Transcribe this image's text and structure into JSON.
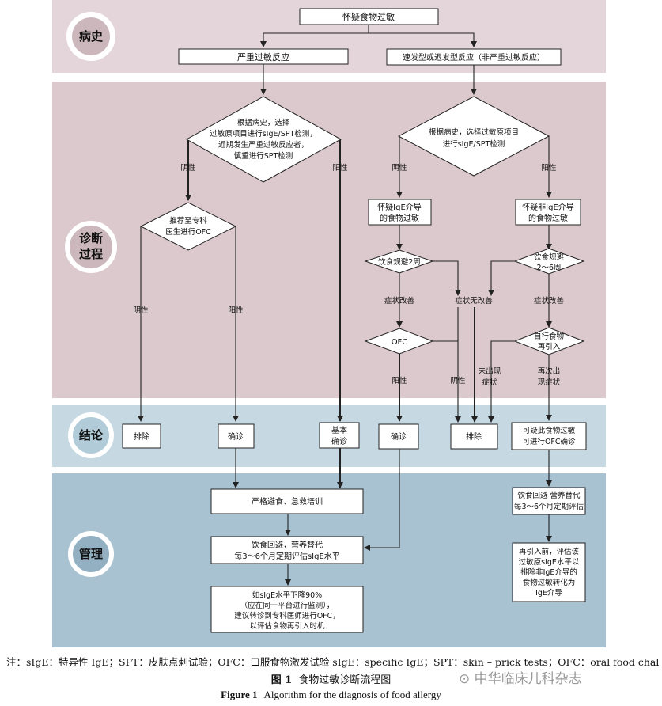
{
  "sections": {
    "history": "病史",
    "diagnosis_line1": "诊断",
    "diagnosis_line2": "过程",
    "conclusion": "结论",
    "management": "管理"
  },
  "colors": {
    "history_band": "#e3d5d9",
    "diagnosis_band": "#dcc9cd",
    "conclusion_band": "#c6d9e2",
    "management_band": "#a9c2d2"
  },
  "nodes": {
    "suspect": "怀疑食物过敏",
    "severe": "严重过敏反应",
    "nonsevere": "速发型或迟发型反应（非严重过敏反应）",
    "left_diamond": [
      "根据病史，选择",
      "过敏原项目进行sIgE/SPT检测，",
      "近期发生严重过敏反应者，",
      "慎重进行SPT检测"
    ],
    "right_diamond": [
      "根据病史，选择过敏原项目",
      "进行sIgE/SPT检测"
    ],
    "refer_diamond": [
      "推荐至专科",
      "医生进行OFC"
    ],
    "ige_box": [
      "怀疑IgE介导",
      "的食物过敏"
    ],
    "nonige_box": [
      "怀疑非IgE介导",
      "的食物过敏"
    ],
    "avoid2": "饮食规避2周",
    "avoid26": [
      "饮食规避",
      "2～6周"
    ],
    "ofc": "OFC",
    "reintro": [
      "自行食物",
      "再引入"
    ],
    "exclude1": "排除",
    "confirm1": "确诊",
    "basic_confirm": [
      "基本",
      "确诊"
    ],
    "confirm2": "确诊",
    "exclude2": "排除",
    "maybe": [
      "可疑此食物过敏",
      "可进行OFC确诊"
    ],
    "strict": "严格避食、急救培训",
    "diet_eval": [
      "饮食回避，营养替代",
      "每3～6个月定期评估sIgE水平"
    ],
    "refer_ofc": [
      "如sIgE水平下降90%",
      "（应在同一平台进行监测），",
      "建议转诊到专科医师进行OFC，",
      "以评估食物再引入时机"
    ],
    "right_diet": [
      "饮食回避 营养替代",
      "每3～6个月定期评估"
    ],
    "right_final": [
      "再引入前，评估该",
      "过敏原sIgE水平以",
      "排除非IgE介导的",
      "食物过敏转化为",
      "IgE介导"
    ]
  },
  "edge_labels": {
    "neg_left": "阴性",
    "pos_left": "阳性",
    "neg_refer": "阴性",
    "pos_refer": "阳性",
    "neg_right": "阴性",
    "pos_right": "阳性",
    "improve1": "症状改善",
    "no_improve": "症状无改善",
    "improve2": "症状改善",
    "ofc_pos": "阳性",
    "ofc_neg": "阴性",
    "no_symptom": [
      "未出现",
      "症状"
    ],
    "symptom_again": [
      "再次出",
      "现症状"
    ]
  },
  "footer": {
    "note": "注：sIgE：特异性 IgE；SPT：皮肤点刺试验；OFC：口服食物激发试验    sIgE：specific IgE；SPT：skin – prick tests；OFC：oral food challenge",
    "caption_cn_label": "图 1",
    "caption_cn": "食物过敏诊断流程图",
    "caption_en_label": "Figure 1",
    "caption_en": "Algorithm for the diagnosis of food allergy",
    "watermark": "中华临床儿科杂志"
  }
}
